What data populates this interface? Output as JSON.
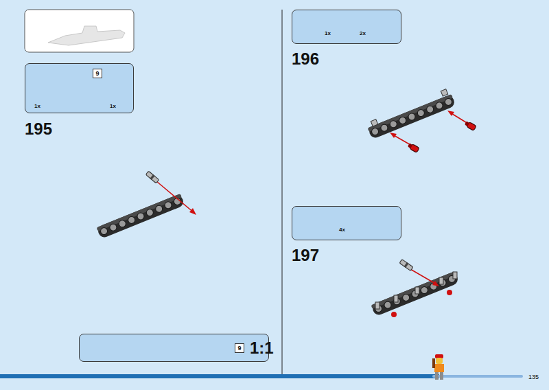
{
  "diagram": {
    "nodes": [
      {
        "text": [
          "1x",
          "1x"
        ]
      },
      {
        "text": [
          "9"
        ],
        "in": 0
      },
      {
        "text": [
          "1x",
          "2x"
        ]
      },
      {
        "text": [
          "4x"
        ]
      },
      {
        "text": [
          "1:1"
        ]
      },
      {
        "text": [
          "9"
        ],
        "in": 4
      }
    ],
    "labels": [
      "195",
      "196",
      "197",
      "135"
    ]
  }
}
